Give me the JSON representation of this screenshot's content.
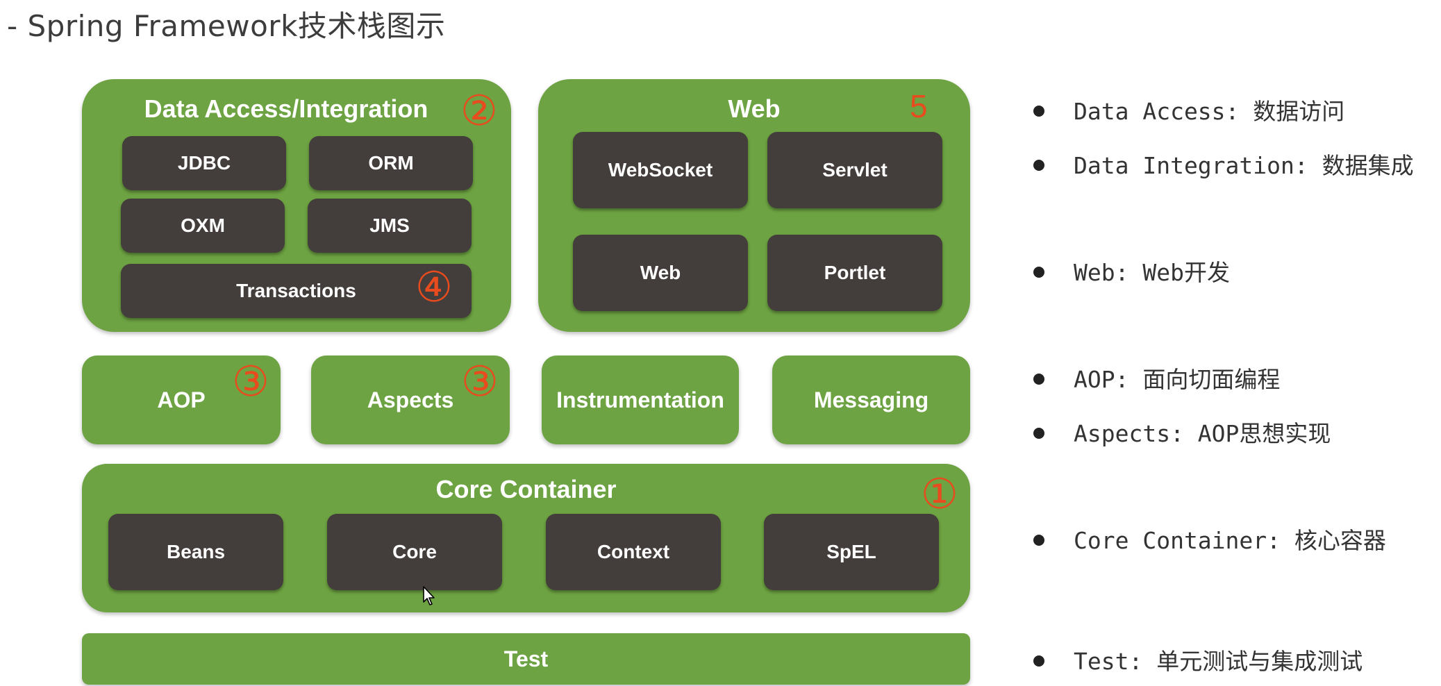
{
  "title": "- Spring Framework技术栈图示",
  "diagram": {
    "data_access": {
      "title": "Data Access/Integration",
      "badge": "②",
      "modules": [
        "JDBC",
        "ORM",
        "OXM",
        "JMS"
      ],
      "transactions": "Transactions",
      "transactions_badge": "④"
    },
    "web": {
      "title": "Web",
      "badge": "5",
      "modules": [
        "WebSocket",
        "Servlet",
        "Web",
        "Portlet"
      ]
    },
    "middle": {
      "aop": "AOP",
      "aop_badge": "③",
      "aspects": "Aspects",
      "aspects_badge": "③",
      "instrumentation": "Instrumentation",
      "messaging": "Messaging"
    },
    "core_container": {
      "title": "Core Container",
      "badge": "①",
      "modules": [
        "Beans",
        "Core",
        "Context",
        "SpEL"
      ]
    },
    "test": "Test"
  },
  "legend": [
    "Data Access: 数据访问",
    "Data Integration: 数据集成",
    "Web: Web开发",
    "AOP: 面向切面编程",
    "Aspects: AOP思想实现",
    "Core Container: 核心容器",
    "Test: 单元测试与集成测试"
  ],
  "colors": {
    "panel_green": "#6da342",
    "module_dark": "#433d3b",
    "badge_red": "#e84b1e"
  }
}
